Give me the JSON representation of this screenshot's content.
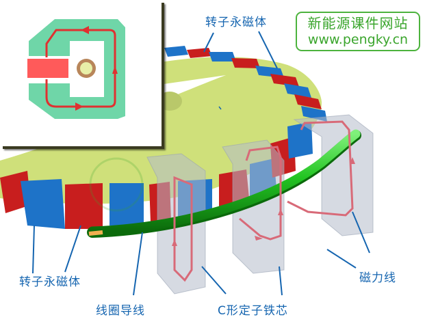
{
  "brand": {
    "title": "新能源课件网站",
    "url": "www.pengky.cn",
    "color": "#3aa52c"
  },
  "labels": {
    "rotor_magnet_top": "转子永磁体",
    "rotor_magnet_bottom": "转子永磁体",
    "coil_wire": "线圈导线",
    "c_stator_core": "C形定子铁芯",
    "flux_lines": "磁力线"
  },
  "inset": {
    "description": "cross-section of C-shaped stator core with coil wire and flux loop",
    "core_color": "#6fd6a8",
    "wire_color": "#ff5a5a",
    "flux_color": "#e03030",
    "conductor_outer": "#b8865a",
    "conductor_inner": "#e8f0a8"
  },
  "colors": {
    "label": "#1565b0",
    "rotor_disc": "#cfe07a",
    "magnet_red": "#c81e1e",
    "magnet_blue": "#1e73c8",
    "coil_green": "#2ec82e",
    "stator_glass": "#b4bccb",
    "flux": "#d86a78"
  }
}
